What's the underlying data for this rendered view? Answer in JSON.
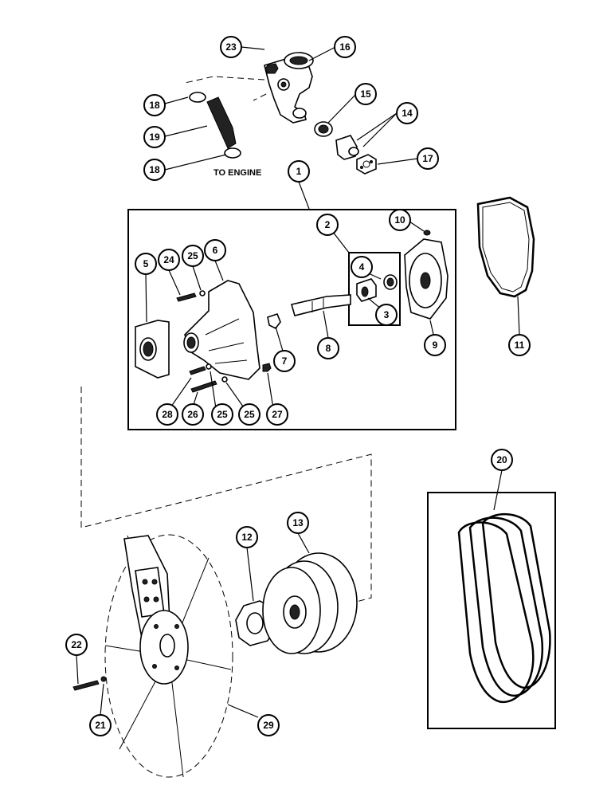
{
  "note_to_engine": "TO ENGINE",
  "callouts": [
    "23",
    "16",
    "18",
    "19",
    "18",
    "15",
    "14",
    "17",
    "1",
    "2",
    "10",
    "5",
    "24",
    "25",
    "6",
    "4",
    "3",
    "8",
    "7",
    "9",
    "11",
    "28",
    "26",
    "25",
    "25",
    "27",
    "20",
    "12",
    "13",
    "22",
    "21",
    "29"
  ]
}
